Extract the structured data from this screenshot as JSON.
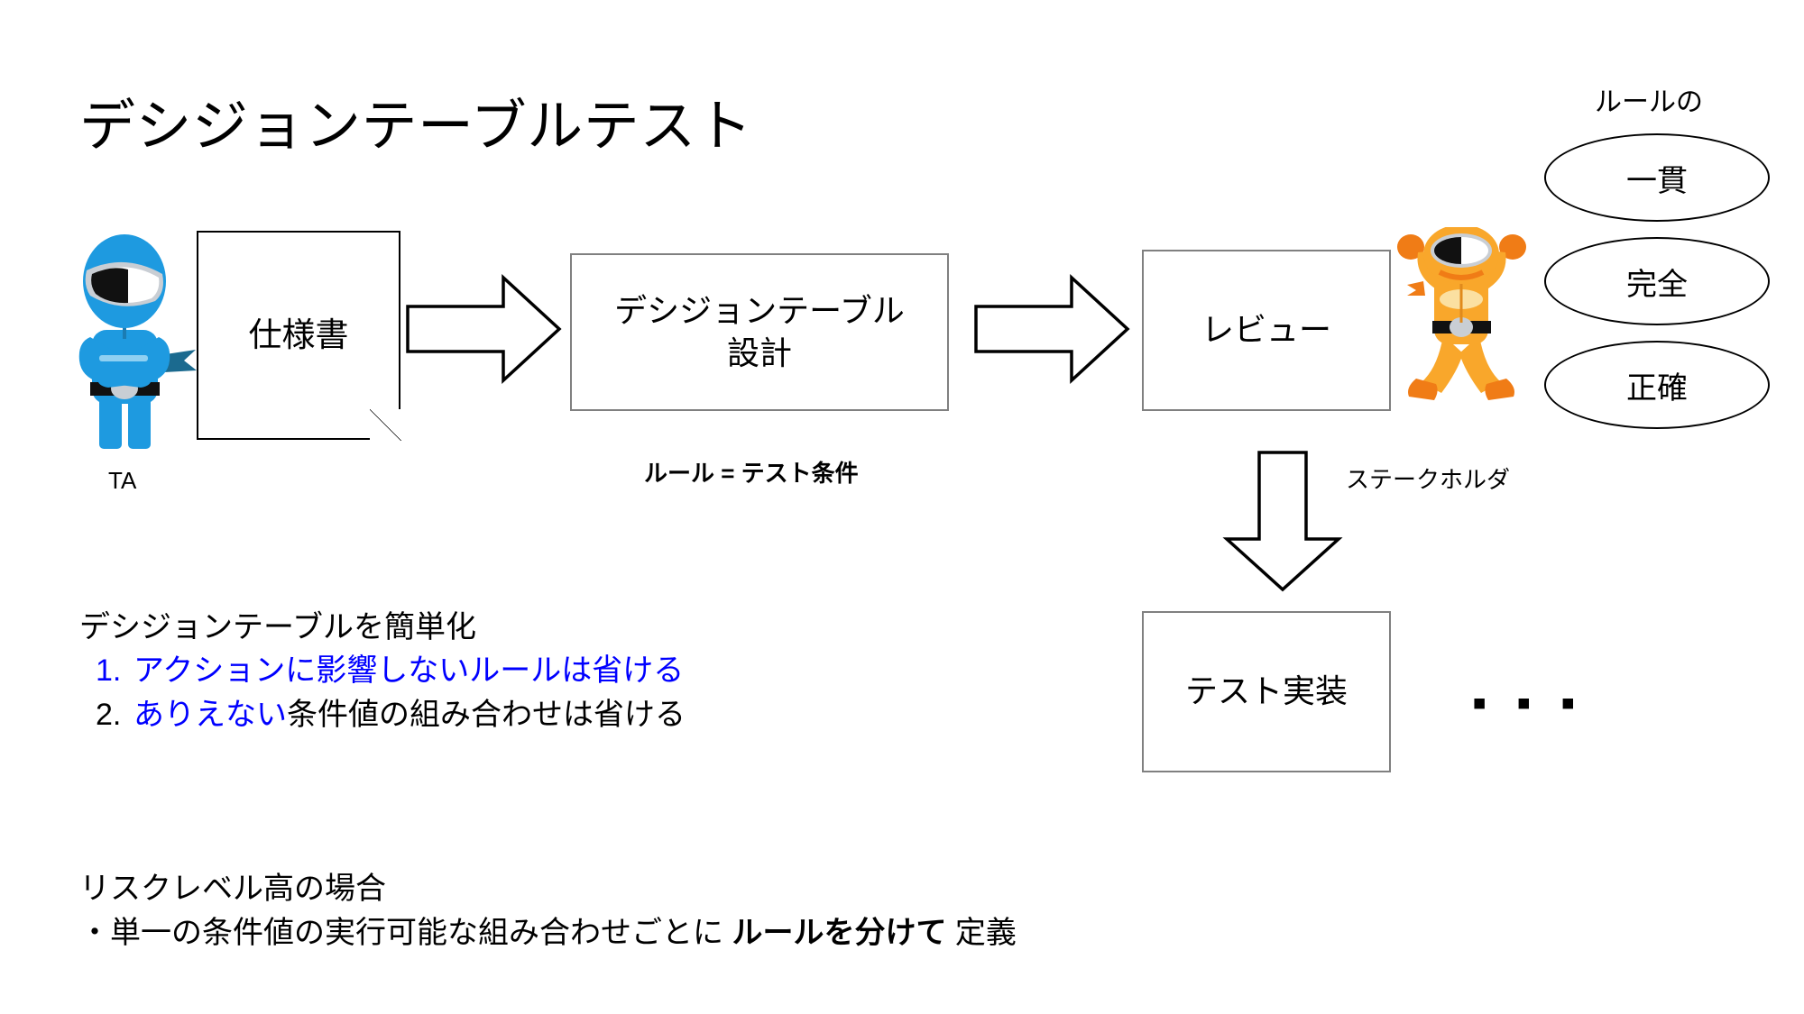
{
  "slide": {
    "title": "デシジョンテーブルテスト",
    "background": "#ffffff"
  },
  "colors": {
    "accent_blue": "#0000ff",
    "box_border_gray": "#808080",
    "box_border_black": "#000000",
    "character_ta_blue": "#1e9ae0",
    "character_stakeholder_orange": "#f5a623"
  },
  "flow": {
    "boxes": [
      {
        "id": "spec",
        "label": "仕様書",
        "shape": "document"
      },
      {
        "id": "design",
        "label_line1": "デシジョンテーブル",
        "label_line2": "設計",
        "shape": "rectangle"
      },
      {
        "id": "review",
        "label": "レビュー",
        "shape": "rectangle"
      },
      {
        "id": "impl",
        "label": "テスト実装",
        "shape": "rectangle"
      }
    ],
    "arrows": [
      {
        "id": "spec-to-design",
        "direction": "right"
      },
      {
        "id": "design-to-review",
        "direction": "right"
      },
      {
        "id": "review-to-impl",
        "direction": "down"
      }
    ],
    "captions": {
      "rule_equals": "ルール = テスト条件",
      "stakeholder": "ステークホルダ",
      "ta": "TA",
      "ellipsis_dots": "▪ ▪ ▪"
    }
  },
  "rule_qualities": {
    "heading": "ルールの",
    "items": [
      "一貫",
      "完全",
      "正確"
    ]
  },
  "simplify": {
    "lead": "デシジョンテーブルを簡単化",
    "items": [
      {
        "num": "1.",
        "num_color": "blue",
        "segments": [
          {
            "text": "アクションに影響しないルールは省ける",
            "color": "blue"
          }
        ]
      },
      {
        "num": "2.",
        "num_color": "black",
        "segments": [
          {
            "text": "ありえない",
            "color": "blue"
          },
          {
            "text": "条件値の組み合わせは省ける",
            "color": "black"
          }
        ]
      }
    ]
  },
  "risk_note": {
    "line1": "リスクレベル高の場合",
    "line2_prefix": "・単一の条件値の実行可能な組み合わせごとに",
    "line2_bold": "ルールを分けて",
    "line2_suffix": "定義"
  }
}
